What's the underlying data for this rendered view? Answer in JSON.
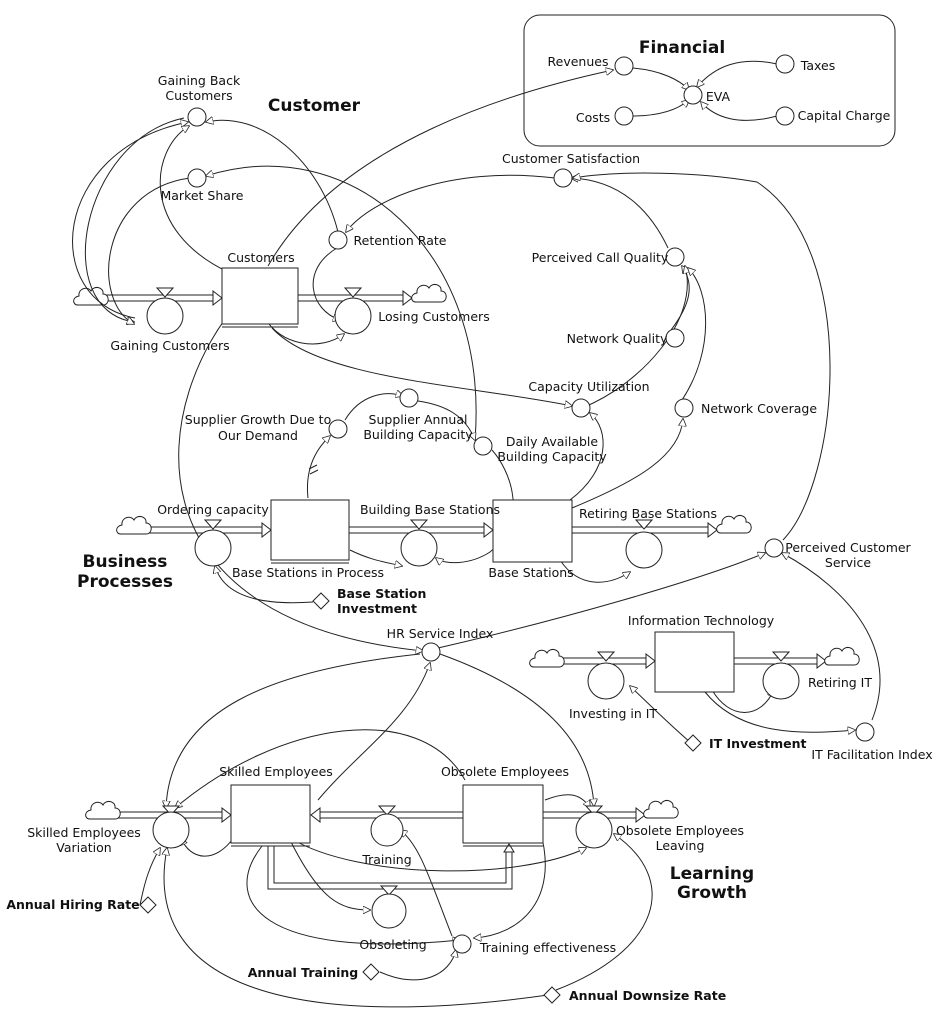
{
  "sectors": {
    "financial": "Financial",
    "customer": "Customer",
    "business_line1": "Business",
    "business_line2": "Processes",
    "learning_line1": "Learning",
    "learning_line2": "Growth"
  },
  "stocks": {
    "customers": "Customers",
    "base_stations_in_process": "Base Stations in Process",
    "base_stations": "Base Stations",
    "information_technology": "Information Technology",
    "skilled_employees": "Skilled Employees",
    "obsolete_employees": "Obsolete Employees"
  },
  "flows": {
    "gaining_customers": "Gaining Customers",
    "losing_customers": "Losing Customers",
    "ordering_capacity": "Ordering capacity",
    "building_base_stations": "Building Base Stations",
    "retiring_base_stations": "Retiring Base Stations",
    "investing_in_it": "Investing in IT",
    "retiring_it": "Retiring IT",
    "skilled_employees_variation_1": "Skilled Employees",
    "skilled_employees_variation_2": "Variation",
    "training": "Training",
    "obsoleting": "Obsoleting",
    "obsolete_employees_leaving_1": "Obsolete Employees",
    "obsolete_employees_leaving_2": "Leaving"
  },
  "auxiliaries": {
    "revenues": "Revenues",
    "costs": "Costs",
    "eva": "EVA",
    "taxes": "Taxes",
    "capital_charge": "Capital Charge",
    "gaining_back_1": "Gaining Back",
    "gaining_back_2": "Customers",
    "market_share": "Market Share",
    "retention_rate": "Retention Rate",
    "customer_satisfaction": "Customer Satisfaction",
    "perceived_call_quality": "Perceived Call Quality",
    "network_quality": "Network Quality",
    "capacity_utilization": "Capacity Utilization",
    "network_coverage": "Network Coverage",
    "supplier_growth_1": "Supplier Growth Due to",
    "supplier_growth_2": "Our Demand",
    "supplier_annual_1": "Supplier Annual",
    "supplier_annual_2": "Building Capacity",
    "daily_available_1": "Daily Available",
    "daily_available_2": "Building Capacity",
    "perceived_service_1": "Perceived Customer",
    "perceived_service_2": "Service",
    "hr_service_index": "HR Service Index",
    "it_facilitation_index": "IT Facilitation Index",
    "training_effectiveness": "Training effectiveness"
  },
  "constants": {
    "base_station_investment_1": "Base Station",
    "base_station_investment_2": "Investment",
    "it_investment": "IT Investment",
    "annual_hiring_rate": "Annual Hiring Rate",
    "annual_training": "Annual Training",
    "annual_downsize_rate": "Annual Downsize Rate"
  }
}
